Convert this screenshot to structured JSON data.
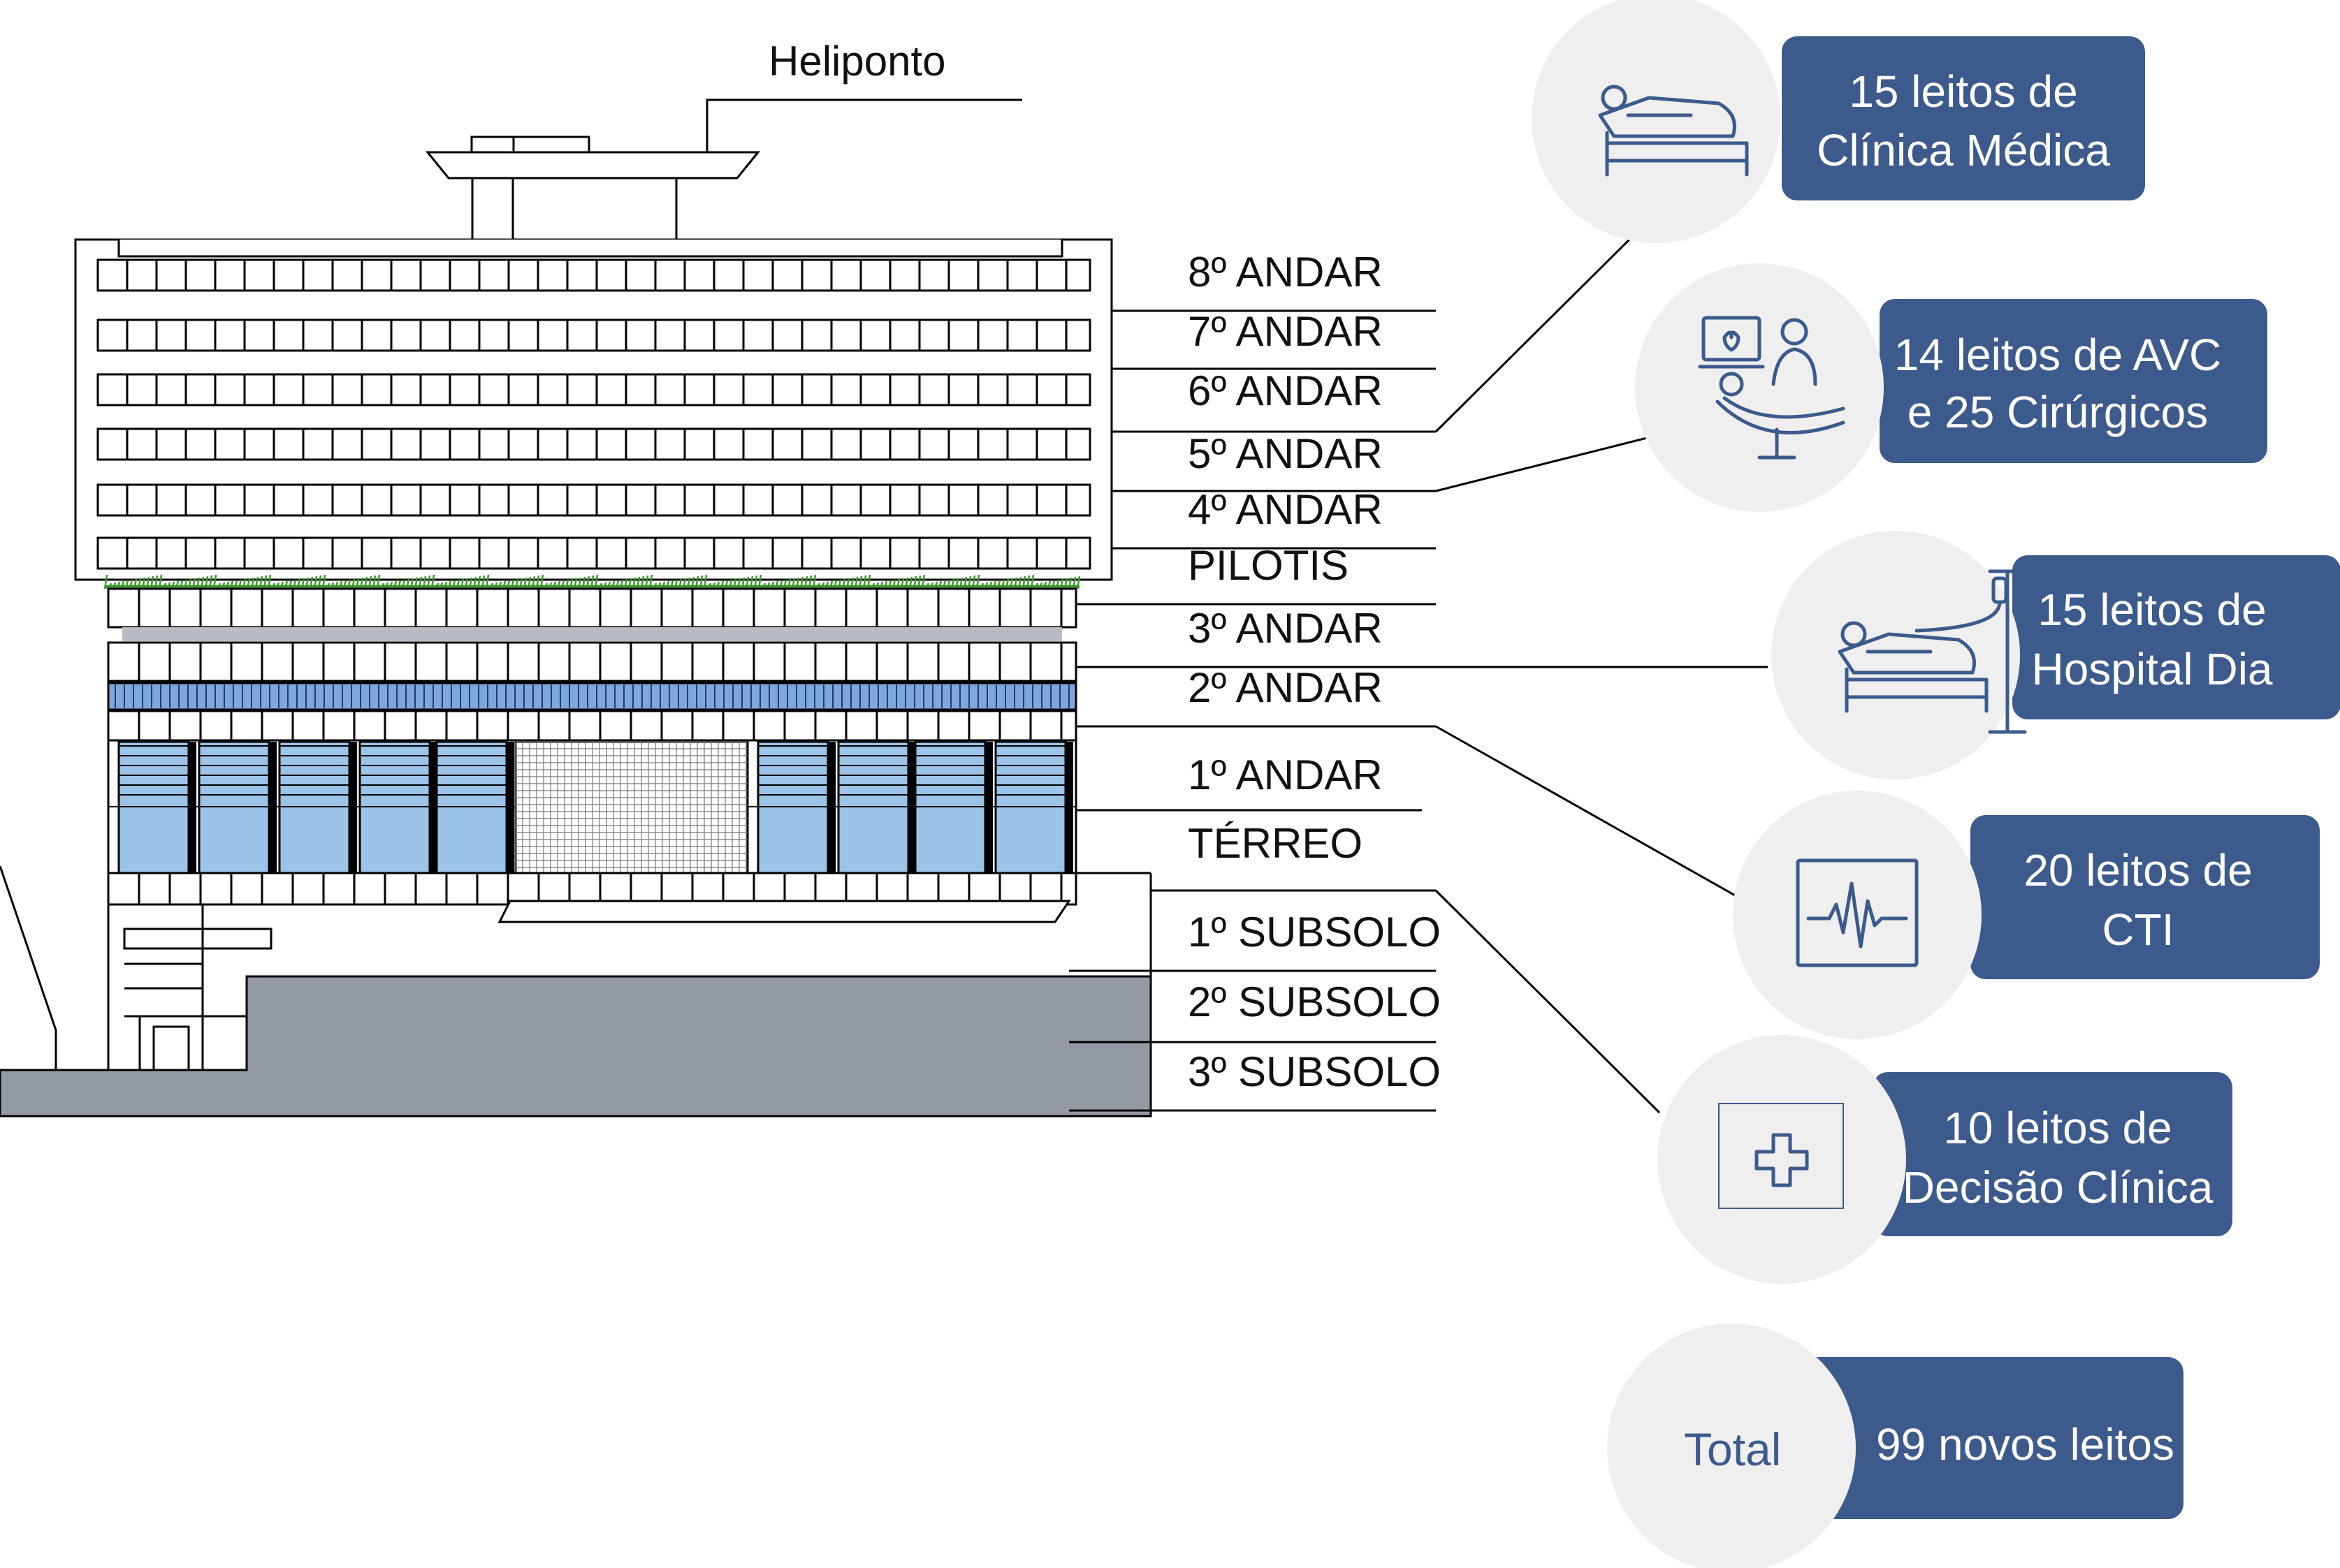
{
  "heliponto_label": "Heliponto",
  "floors": [
    {
      "label": "8º ANDAR"
    },
    {
      "label": "7º ANDAR"
    },
    {
      "label": "6º ANDAR"
    },
    {
      "label": "5º ANDAR"
    },
    {
      "label": "4º ANDAR"
    },
    {
      "label": "PILOTIS"
    },
    {
      "label": "3º ANDAR"
    },
    {
      "label": "2º ANDAR"
    },
    {
      "label": "1º ANDAR"
    },
    {
      "label": "TÉRREO"
    },
    {
      "label": "1º SUBSOLO"
    },
    {
      "label": "2º SUBSOLO"
    },
    {
      "label": "3º SUBSOLO"
    }
  ],
  "cards": [
    {
      "icon": "hospital-bed-patient-icon",
      "lines": [
        "15 leitos de",
        "Clínica Médica"
      ]
    },
    {
      "icon": "doctor-patient-monitor-icon",
      "lines": [
        "14 leitos de AVC",
        "e 25 Cirúrgicos"
      ]
    },
    {
      "icon": "iv-drip-bed-icon",
      "lines": [
        "15 leitos de",
        "Hospital Dia"
      ]
    },
    {
      "icon": "ecg-monitor-icon",
      "lines": [
        "20 leitos de",
        "CTI"
      ]
    },
    {
      "icon": "medical-cross-icon",
      "lines": [
        "10 leitos de",
        "Decisão Clínica"
      ]
    }
  ],
  "total": {
    "label": "Total",
    "value": "99 novos leitos"
  },
  "colors": {
    "card_fill": "#3c5a8c",
    "circle_fill": "#efefef",
    "window_blue": "#9cc3e8",
    "stripe_blue": "#7fa7d9",
    "basement_gray": "#949aa4",
    "grass_green": "#3a9a2a",
    "line": "#000000"
  }
}
